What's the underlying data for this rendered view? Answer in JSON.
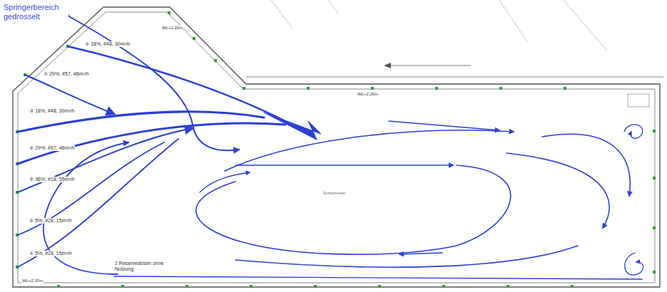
{
  "diagram": {
    "labels": [
      "Springerbereich gedrosselt",
      "⑤ 18%, #48, 30m³/h",
      "④ 29%, #57, 48m³/h",
      "③ 18%, #48, 30m³/h",
      "② 29%, #57, 48m³/h",
      "② 36%, #18, 55m³/h",
      "① 5%, #28, 15m³/h",
      "① 5%, #28, 15m³/h",
      "2 Reservedüsen ohne Nutzung",
      "Schwimmer",
      "WL+2,20m",
      "WL+2,20m",
      "WL+2,20m"
    ]
  }
}
